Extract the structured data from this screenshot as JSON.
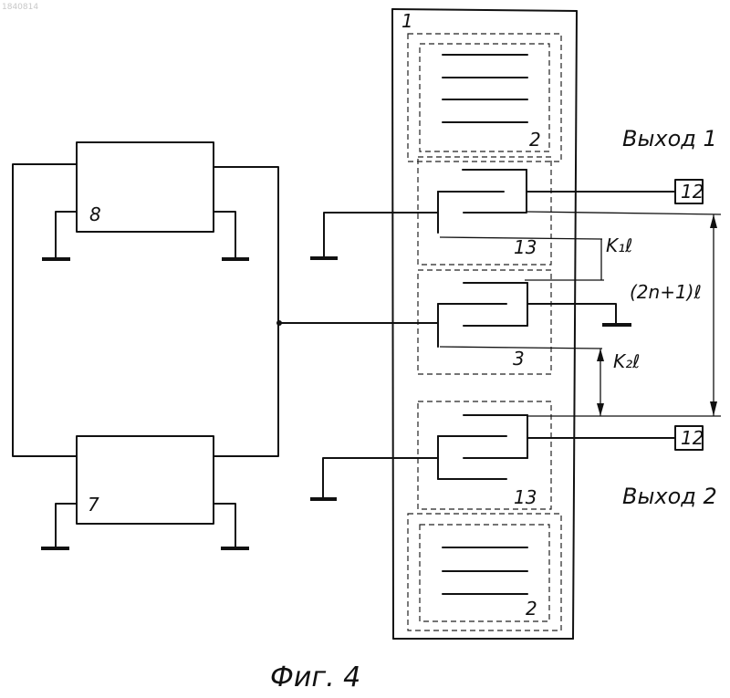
{
  "watermark": "1840814",
  "labels": {
    "substrate": "1",
    "resonator_top": "2",
    "resonator_bottom": "2",
    "transducer_center": "3",
    "transducer_top": "13",
    "transducer_bottom": "13",
    "block_8": "8",
    "block_7": "7",
    "load_top": "12",
    "load_bottom": "12",
    "k1l": "K₁ℓ",
    "k2l": "K₂ℓ",
    "span": "(2n+1)ℓ",
    "output_1": "Выход 1",
    "output_2": "Выход 2",
    "caption": "Фиг. 4"
  }
}
